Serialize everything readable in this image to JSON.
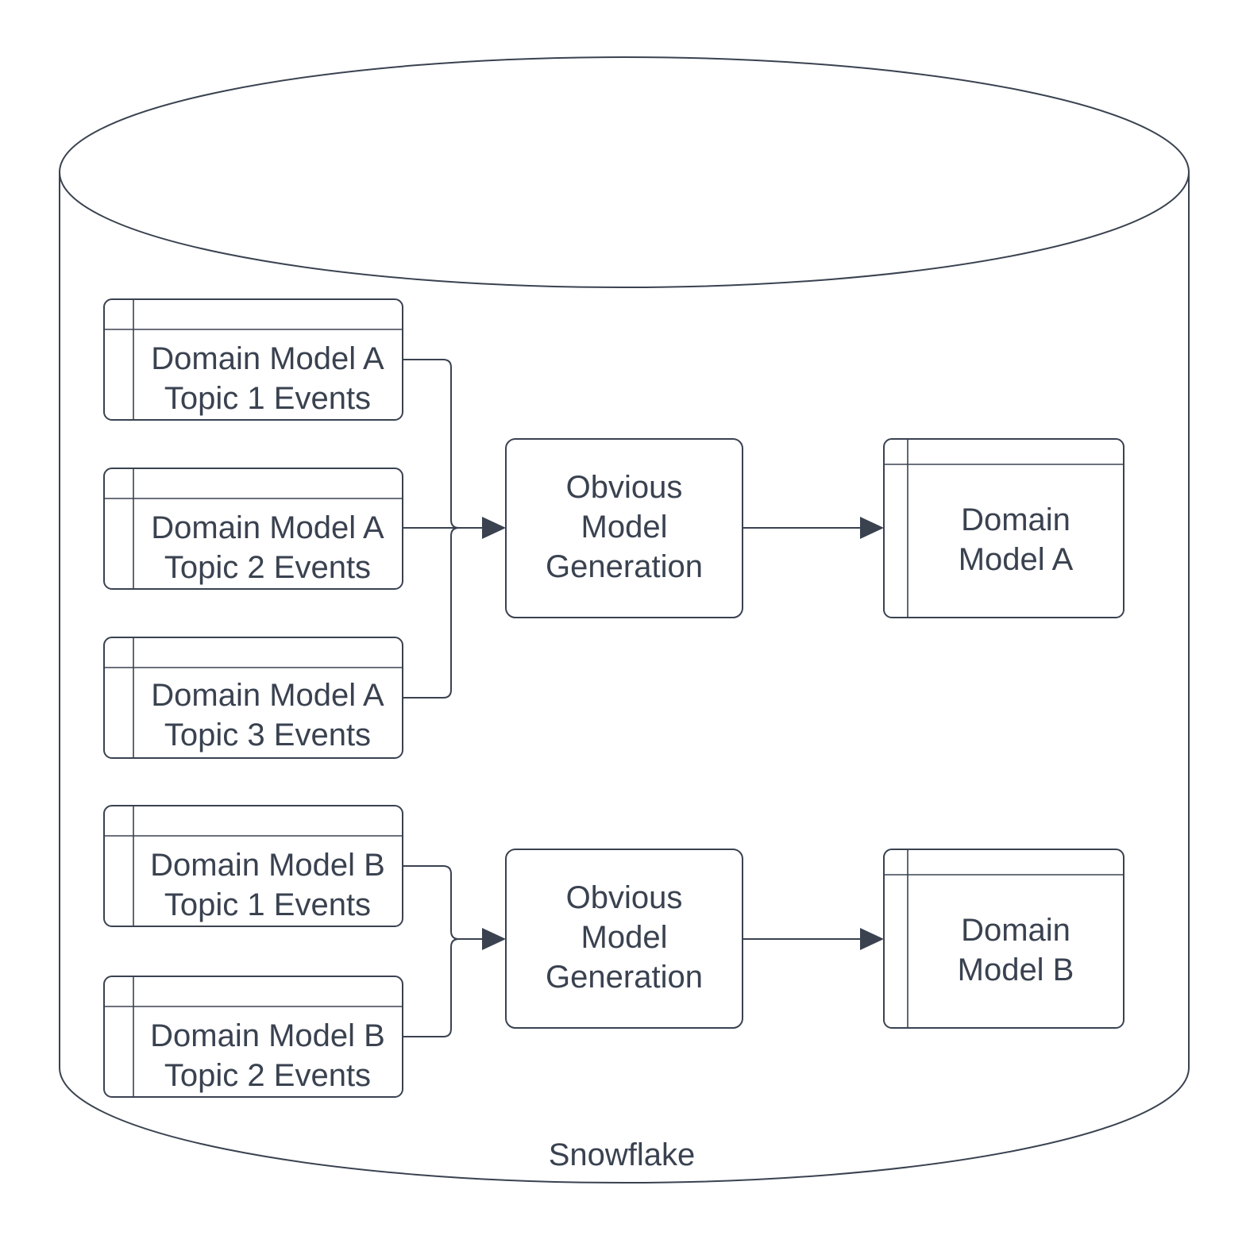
{
  "diagram": {
    "container": {
      "shape": "cylinder",
      "label": "Snowflake"
    },
    "colors": {
      "stroke": "#3a4250",
      "text": "#3a4250",
      "background": "#ffffff",
      "shape_fill": "#ffffff"
    },
    "nodes": {
      "topic_a1": {
        "type": "table",
        "lines": [
          "Domain Model A",
          "Topic 1 Events"
        ]
      },
      "topic_a2": {
        "type": "table",
        "lines": [
          "Domain Model A",
          "Topic 2 Events"
        ]
      },
      "topic_a3": {
        "type": "table",
        "lines": [
          "Domain Model A",
          "Topic 3 Events"
        ]
      },
      "process_a": {
        "type": "process",
        "lines": [
          "Obvious",
          "Model",
          "Generation"
        ]
      },
      "output_a": {
        "type": "table",
        "lines": [
          "Domain",
          "Model A"
        ]
      },
      "topic_b1": {
        "type": "table",
        "lines": [
          "Domain Model B",
          "Topic 1 Events"
        ]
      },
      "topic_b2": {
        "type": "table",
        "lines": [
          "Domain Model B",
          "Topic 2 Events"
        ]
      },
      "process_b": {
        "type": "process",
        "lines": [
          "Obvious",
          "Model",
          "Generation"
        ]
      },
      "output_b": {
        "type": "table",
        "lines": [
          "Domain",
          "Model B"
        ]
      }
    },
    "edges": [
      {
        "from": "topic_a1",
        "to": "process_a"
      },
      {
        "from": "topic_a2",
        "to": "process_a"
      },
      {
        "from": "topic_a3",
        "to": "process_a"
      },
      {
        "from": "process_a",
        "to": "output_a"
      },
      {
        "from": "topic_b1",
        "to": "process_b"
      },
      {
        "from": "topic_b2",
        "to": "process_b"
      },
      {
        "from": "process_b",
        "to": "output_b"
      }
    ]
  }
}
